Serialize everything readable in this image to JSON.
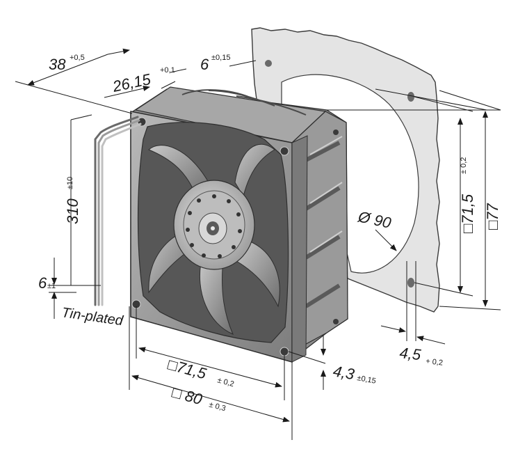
{
  "drawing": {
    "dimensions": {
      "depth": {
        "value": "38",
        "tol": "+0,5"
      },
      "wire_offset": {
        "value": "26,15",
        "tol": "+0,1"
      },
      "flange": {
        "value": "6",
        "tol": "±0,15"
      },
      "lead_length": {
        "value": "310",
        "tol": "±10"
      },
      "strip_length": {
        "value": "6",
        "tol": "±1"
      },
      "hole_pitch_front": {
        "value": "□71,5",
        "tol": "± 0,2"
      },
      "frame_size": {
        "value": "□ 80",
        "tol": "± 0,3"
      },
      "hole_dia": {
        "value": "4,3",
        "tol": "±0,15"
      },
      "cutout_dia": {
        "value": "Ø 90"
      },
      "cutout_pitch": {
        "value": "□71,5",
        "tol": "± 0,2"
      },
      "panel_size": {
        "value": "□77"
      },
      "panel_hole": {
        "value": "4,5",
        "tol": "+ 0,2"
      }
    },
    "wire_note": "Tin-plated"
  }
}
